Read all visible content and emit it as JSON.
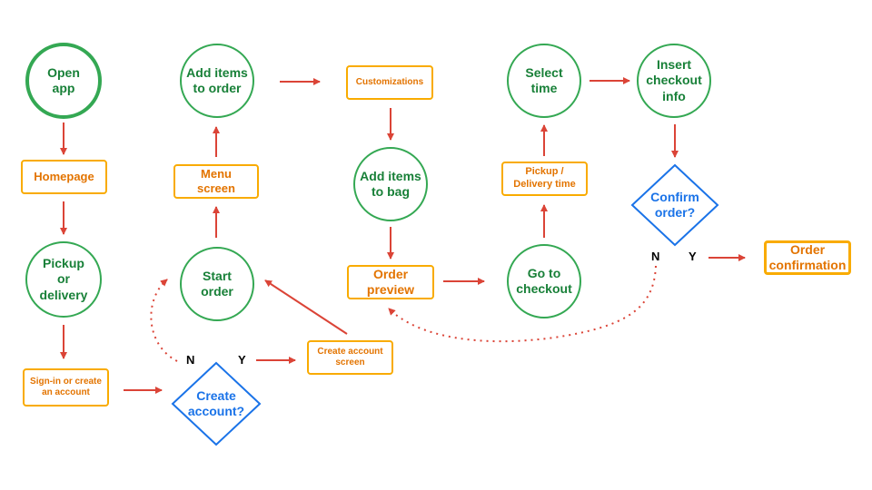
{
  "diagram": {
    "nodes": {
      "open_app": "Open app",
      "homepage": "Homepage",
      "pickup_or_delivery": "Pickup or delivery",
      "signin_or_create": "Sign-in or create an account",
      "create_account": "Create account?",
      "start_order": "Start order",
      "menu_screen": "Menu screen",
      "add_items_to_order": "Add items to order",
      "create_account_screen": "Create account screen",
      "customizations": "Customizations",
      "add_items_to_bag": "Add items to bag",
      "order_preview": "Order preview",
      "go_to_checkout": "Go to checkout",
      "pickup_delivery_time": "Pickup / Delivery time",
      "select_time": "Select time",
      "insert_checkout_info": "Insert checkout info",
      "confirm_order": "Confirm order?",
      "order_confirmation": "Order confirmation"
    },
    "branch_labels": {
      "create_account_no": "N",
      "create_account_yes": "Y",
      "confirm_order_no": "N",
      "confirm_order_yes": "Y"
    },
    "colors": {
      "action_circle": "#34a853",
      "action_text": "#188038",
      "screen_box": "#f9ab00",
      "screen_text": "#e37400",
      "decision": "#1a73e8",
      "arrow": "#db4437"
    }
  }
}
